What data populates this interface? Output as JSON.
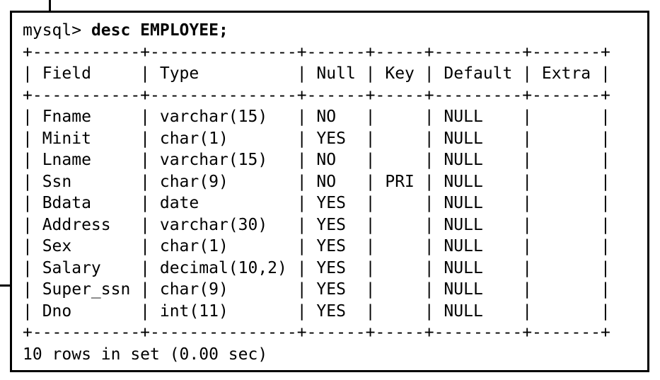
{
  "colors": {
    "background": "#ffffff",
    "text": "#000000",
    "border": "#000000"
  },
  "terminal": {
    "prompt": "mysql> ",
    "command": "desc EMPLOYEE;",
    "result_table": {
      "headers": [
        "Field",
        "Type",
        "Null",
        "Key",
        "Default",
        "Extra"
      ],
      "rows": [
        [
          "Fname",
          "varchar(15)",
          "NO",
          "",
          "NULL",
          ""
        ],
        [
          "Minit",
          "char(1)",
          "YES",
          "",
          "NULL",
          ""
        ],
        [
          "Lname",
          "varchar(15)",
          "NO",
          "",
          "NULL",
          ""
        ],
        [
          "Ssn",
          "char(9)",
          "NO",
          "PRI",
          "NULL",
          ""
        ],
        [
          "Bdata",
          "date",
          "YES",
          "",
          "NULL",
          ""
        ],
        [
          "Address",
          "varchar(30)",
          "YES",
          "",
          "NULL",
          ""
        ],
        [
          "Sex",
          "char(1)",
          "YES",
          "",
          "NULL",
          ""
        ],
        [
          "Salary",
          "decimal(10,2)",
          "YES",
          "",
          "NULL",
          ""
        ],
        [
          "Super_ssn",
          "char(9)",
          "YES",
          "",
          "NULL",
          ""
        ],
        [
          "Dno",
          "int(11)",
          "YES",
          "",
          "NULL",
          ""
        ]
      ]
    },
    "status_line": "10 rows in set (0.00 sec)"
  }
}
